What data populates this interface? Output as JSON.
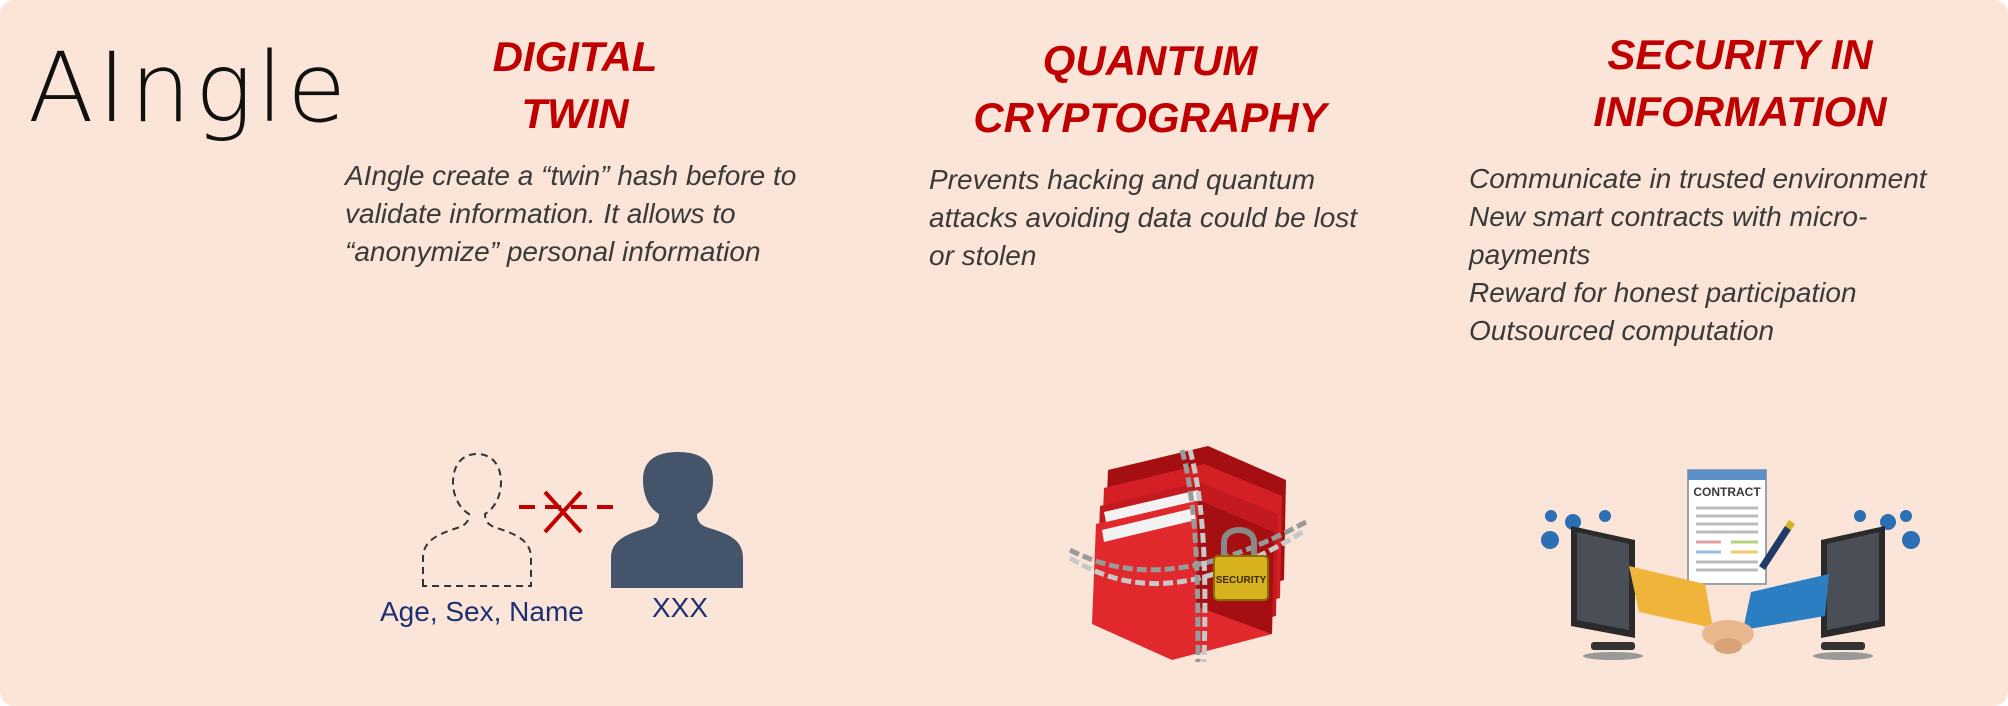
{
  "logo": {
    "text": "AIngle"
  },
  "columns": [
    {
      "title": "DIGITAL\nTWIN",
      "body": [
        "AIngle create a “twin” hash before to",
        "validate information. It allows to",
        "“anonymize” personal information"
      ]
    },
    {
      "title": "QUANTUM\nCRYPTOGRAPHY",
      "body": [
        "Prevents hacking and quantum",
        "attacks avoiding data could be lost",
        "or stolen"
      ]
    },
    {
      "title": "SECURITY IN\nINFORMATION",
      "body": [
        "Communicate in trusted environment",
        "New smart contracts with micro-",
        "payments",
        "Reward for honest participation",
        "Outsourced computation"
      ]
    }
  ],
  "digital_twin_figure": {
    "left_caption": "Age, Sex, Name",
    "right_caption": "XXX"
  },
  "lock_figure": {
    "lock_label": "SECURITY"
  },
  "contract_figure": {
    "document_title": "CONTRACT"
  },
  "colors": {
    "background": "#fbe5d8",
    "heading": "#c00000",
    "body_text": "#3a3a3a",
    "caption": "#1f3070",
    "person_silhouette": "#44546a"
  }
}
